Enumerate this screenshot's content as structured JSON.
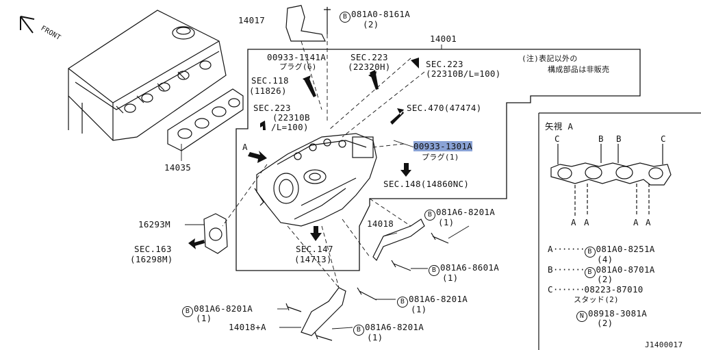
{
  "front_label": "FRONT",
  "labels": {
    "p14017": "14017",
    "p14001": "14001",
    "p14035": "14035",
    "p16293m": "16293M",
    "p14018": "14018",
    "p14018a": "14018+A",
    "sec118": "SEC.118",
    "sec118_sub": "(11826)",
    "sec223_left": "SEC.223",
    "sec223_left_sub1": "(22310B",
    "sec223_left_sub2": "/L=100)",
    "sec223_mid": "SEC.223",
    "sec223_mid_sub": "(22320H)",
    "sec223_right": "SEC.223",
    "sec223_right_sub": "(22310B/L=100)",
    "sec470": "SEC.470(47474)",
    "sec148": "SEC.148(14860NC)",
    "sec147": "SEC.147",
    "sec147_sub": "(14713)",
    "sec163": "SEC.163",
    "sec163_sub": "(16298M)",
    "plug_top": "00933-1141A",
    "plug_top_sub": "プラグ(6)",
    "plug_right": "00933-1301A",
    "plug_right_sub": "プラグ(1)",
    "note1": "(注)表記以外の",
    "note2": "構成部品は非販売",
    "view_a": "矢視 A",
    "letter_a": "A",
    "letter_b": "B",
    "letter_c": "C",
    "diagram_id": "J1400017"
  },
  "bolts": [
    {
      "letter": "B",
      "part": "081A0-8161A",
      "qty": "(2)"
    },
    {
      "letter": "B",
      "part": "081A6-8201A",
      "qty": "(1)"
    },
    {
      "letter": "B",
      "part": "081A6-8601A",
      "qty": "(1)"
    },
    {
      "letter": "B",
      "part": "081A6-8201A",
      "qty": "(1)"
    },
    {
      "letter": "B",
      "part": "081A6-8201A",
      "qty": "(1)"
    },
    {
      "letter": "B",
      "part": "081A6-8201A",
      "qty": "(1)"
    }
  ],
  "legend": [
    {
      "key": "A",
      "circle": "B",
      "part": "081A0-8251A",
      "qty": "(4)"
    },
    {
      "key": "B",
      "circle": "B",
      "part": "081A0-8701A",
      "qty": "(2)"
    },
    {
      "key": "C",
      "circle": "",
      "part": "08223-87010",
      "qty": "スタッド(2)"
    },
    {
      "key": "",
      "circle": "N",
      "part": "08918-3081A",
      "qty": "(2)"
    }
  ]
}
